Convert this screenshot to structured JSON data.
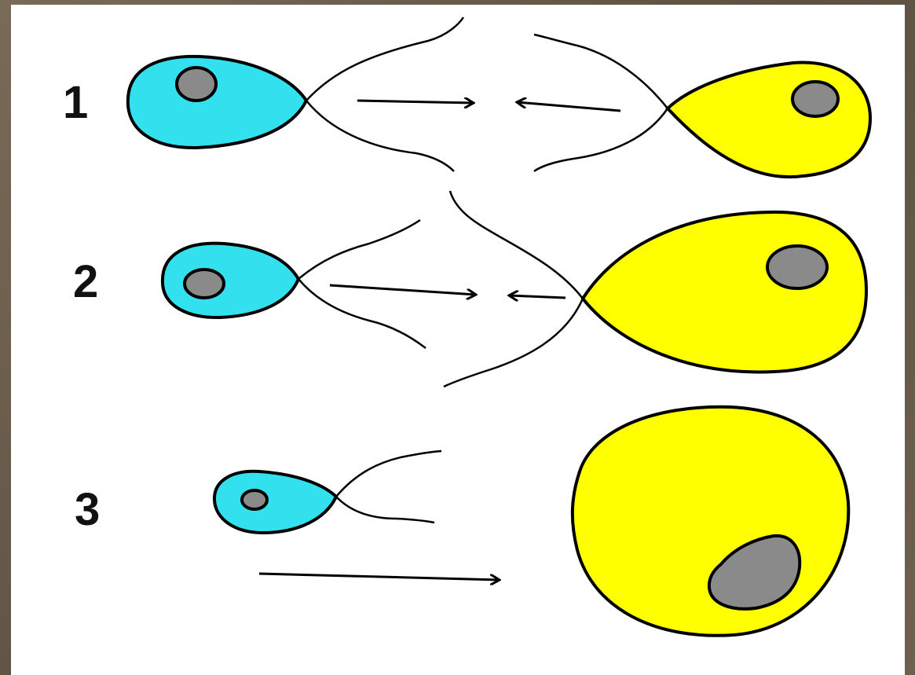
{
  "steps": [
    {
      "label": "1"
    },
    {
      "label": "2"
    },
    {
      "label": "3"
    }
  ],
  "colors": {
    "cell_a": "#33e0ee",
    "cell_b": "#ffff00",
    "nucleus": "#8a8a8a",
    "outline": "#000000",
    "border": "#6e5f4f",
    "background": "#ffffff"
  },
  "icons": [
    "flagellum",
    "nucleus",
    "arrow-right",
    "arrow-left"
  ]
}
